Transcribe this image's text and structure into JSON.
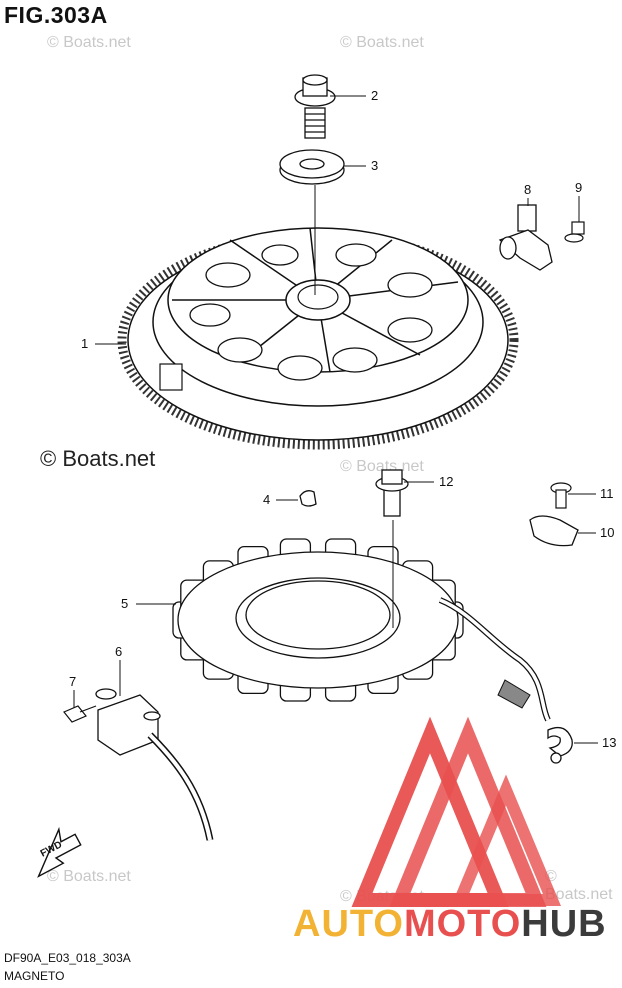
{
  "figure": {
    "title": "FIG.303A",
    "code": "DF90A_E03_018_303A",
    "name": "MAGNETO"
  },
  "watermark": {
    "text": "© Boats.net"
  },
  "callouts": [
    "1",
    "2",
    "3",
    "4",
    "5",
    "6",
    "7",
    "8",
    "9",
    "10",
    "11",
    "12",
    "13"
  ],
  "fwd_label": "FWD",
  "brand": {
    "part1": "AUTO",
    "part2": "MOTO",
    "part3": "HUB",
    "colors": {
      "auto": "#f2b233",
      "moto": "#e8504f",
      "hub": "#3b3b3b",
      "logo": "#e8504f"
    }
  }
}
